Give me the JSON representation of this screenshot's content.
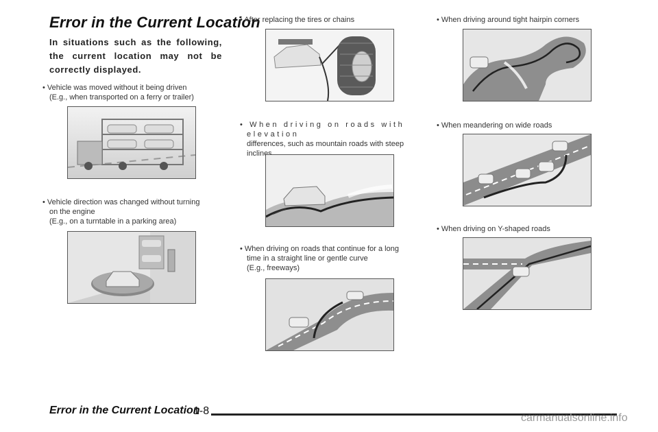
{
  "page": {
    "title": "Error in the Current Location",
    "intro": "In situations such as the following, the current location may not be correctly displayed."
  },
  "bullets": [
    {
      "lines": [
        "• Vehicle was moved without it being driven",
        "(E.g., when transported on a ferry or trailer)"
      ],
      "image": "car-carrier-truck-illustration"
    },
    {
      "lines": [
        "• Vehicle direction was changed without turning",
        "on the engine",
        "(E.g., on a turntable in a parking area)"
      ],
      "image": "parking-turntable-illustration"
    },
    {
      "lines": [
        "• After replacing the tires or chains"
      ],
      "image": "tire-chain-illustration"
    },
    {
      "lines": [
        "• When driving on roads with elevation",
        "differences, such as mountain roads with steep",
        "inclines"
      ],
      "image": "elevation-road-illustration"
    },
    {
      "lines": [
        "• When driving on roads that continue for a long",
        "time in a straight line or gentle curve",
        "(E.g., freeways)"
      ],
      "image": "freeway-curve-illustration"
    },
    {
      "lines": [
        "• When driving around tight hairpin corners"
      ],
      "image": "hairpin-corner-illustration"
    },
    {
      "lines": [
        "• When meandering on wide roads"
      ],
      "image": "meandering-road-illustration"
    },
    {
      "lines": [
        "• When driving on Y-shaped roads"
      ],
      "image": "y-shaped-road-illustration"
    }
  ],
  "footer": {
    "section_title": "Error in the Current Location",
    "page_number": "1-8",
    "watermark": "carmanualsonline.info"
  }
}
